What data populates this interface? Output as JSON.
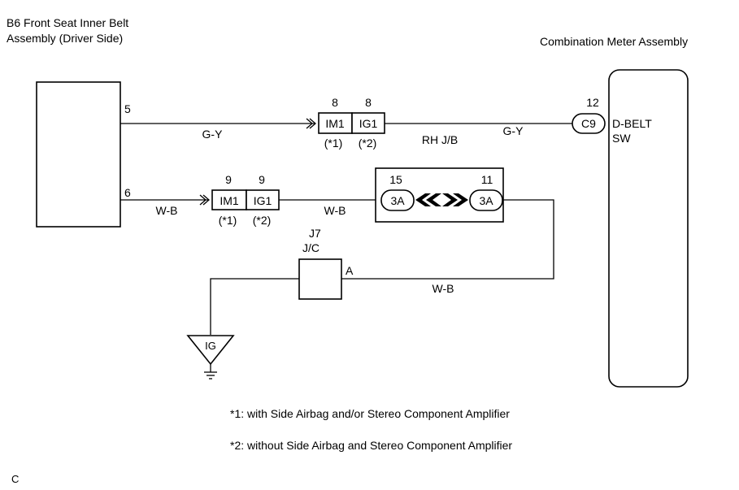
{
  "diagram": {
    "b6": {
      "line1": "B6 Front Seat Inner Belt",
      "line2": "Assembly (Driver Side)"
    },
    "meter": {
      "title": "Combination Meter Assembly"
    },
    "pins": {
      "b6_pin5": "5",
      "b6_pin6": "6",
      "im1_top_pin": "8",
      "ig1_top_pin": "8",
      "im1_bot_pin": "9",
      "ig1_bot_pin": "9",
      "jb_left_pin": "15",
      "jb_right_pin": "11",
      "meter_pin": "12"
    },
    "connectors": {
      "im1": "IM1",
      "ig1": "IG1",
      "c9": "C9",
      "jb_left": "3A",
      "jb_right": "3A",
      "ground": "IG"
    },
    "notes_short": {
      "n1": "(*1)",
      "n2": "(*2)"
    },
    "wires": {
      "gy1": "G-Y",
      "gy2": "G-Y",
      "wb1": "W-B",
      "wb2": "W-B",
      "wb3": "W-B"
    },
    "labels": {
      "rh_jb": "RH J/B",
      "dbelt": "D-BELT",
      "sw": "SW",
      "j7": "J7",
      "jc": "J/C",
      "a": "A"
    },
    "footnotes": {
      "f1": "*1: with Side Airbag and/or Stereo Component Amplifier",
      "f2": "*2: without Side Airbag and Stereo Component Amplifier"
    },
    "corner": "C"
  }
}
